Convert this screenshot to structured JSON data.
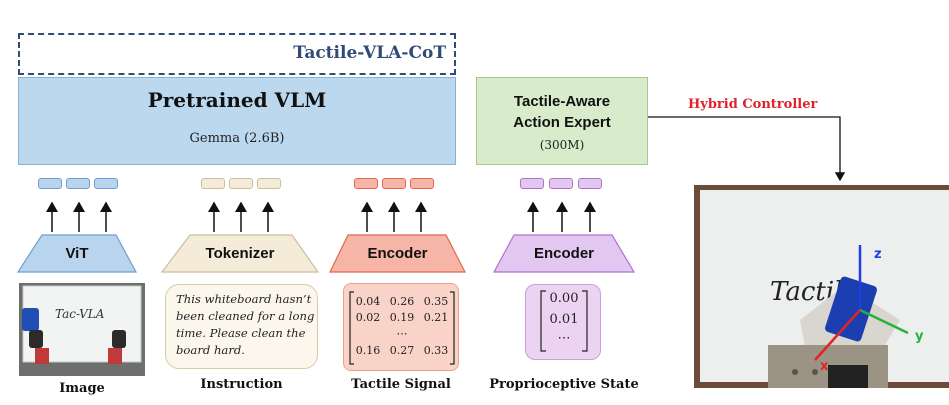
{
  "vlm": {
    "tag": "Tactile-VLA-CoT",
    "title": "Pretrained VLM",
    "subtitle": "Gemma (2.6B)"
  },
  "action_expert": {
    "title_line1": "Tactile-Aware",
    "title_line2": "Action Expert",
    "subtitle": "(300M)"
  },
  "hybrid_controller": "Hybrid Controller",
  "encoders": {
    "vit": "ViT",
    "tokenizer": "Tokenizer",
    "tactile_encoder": "Encoder",
    "state_encoder": "Encoder"
  },
  "instruction_lines": [
    "This whiteboard hasn’t",
    "been cleaned for a long",
    "time. Please clean the",
    "board hard."
  ],
  "tactile_matrix": [
    [
      "0.04",
      "0.26",
      "0.35"
    ],
    [
      "0.02",
      "0.19",
      "0.21"
    ],
    [
      "",
      "⋯",
      ""
    ],
    [
      "0.16",
      "0.27",
      "0.33"
    ]
  ],
  "proprio_vector": [
    "0.00",
    "0.01",
    "⋯"
  ],
  "captions": {
    "image": "Image",
    "instruction": "Instruction",
    "tactile": "Tactile Signal",
    "proprio": "Proprioceptive State"
  },
  "photo_labels": {
    "whiteboard_text_small": "Tac-VLA",
    "whiteboard_text_large": "Tactile",
    "axis_z": "z",
    "axis_y": "y",
    "axis_x": "x"
  },
  "colors": {
    "vlm_fill": "#bcd8ee",
    "action_expert_fill": "#d8eccc",
    "tag_text": "#2f4b76",
    "hybrid_controller_text": "#e0232a",
    "vit_fill": "#b9d5ee",
    "tokenizer_fill": "#f4ecd9",
    "tactile_fill": "#f6b5a6",
    "proprio_fill": "#e2c8f0"
  }
}
